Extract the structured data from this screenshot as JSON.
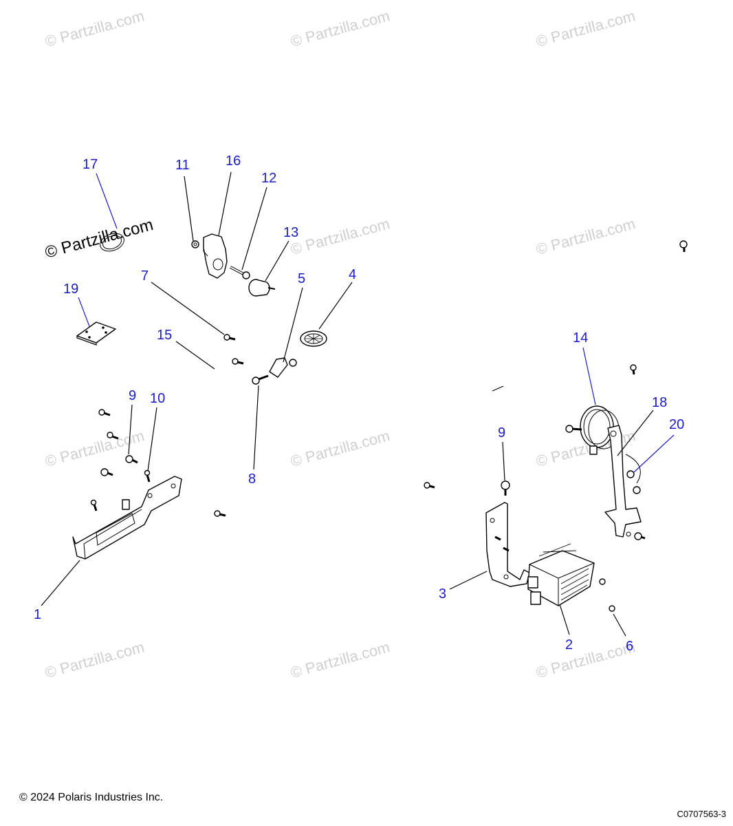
{
  "watermark": "© Partzilla.com",
  "footer": {
    "copyright": "© 2024 Polaris Industries Inc.",
    "diagram_code": "C0707563-3"
  },
  "callouts": {
    "c1": "1",
    "c2": "2",
    "c3": "3",
    "c4": "4",
    "c5": "5",
    "c6": "6",
    "c7": "7",
    "c8": "8",
    "c9a": "9",
    "c9b": "9",
    "c10": "10",
    "c11": "11",
    "c12": "12",
    "c13": "13",
    "c14": "14",
    "c15": "15",
    "c16": "16",
    "c17": "17",
    "c18": "18",
    "c19": "19",
    "c20": "20"
  }
}
